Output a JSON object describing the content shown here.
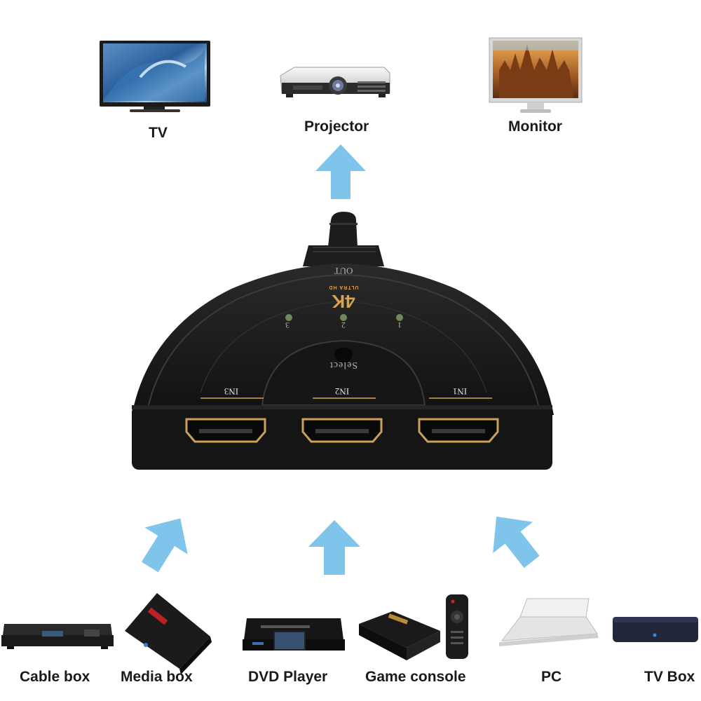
{
  "outputs": [
    {
      "key": "tv",
      "label": "TV"
    },
    {
      "key": "projector",
      "label": "Projector"
    },
    {
      "key": "monitor",
      "label": "Monitor"
    }
  ],
  "inputs": [
    {
      "key": "cable-box",
      "label": "Cable box"
    },
    {
      "key": "media-box",
      "label": "Media box"
    },
    {
      "key": "dvd-player",
      "label": "DVD Player"
    },
    {
      "key": "game-console",
      "label": "Game console"
    },
    {
      "key": "pc",
      "label": "PC"
    },
    {
      "key": "tv-box",
      "label": "TV Box"
    }
  ],
  "switch": {
    "out_label": "OUT",
    "brand_big": "4K",
    "brand_small": "ULTRA HD",
    "leds": [
      "3",
      "2",
      "1"
    ],
    "select_label": "Select",
    "ports": [
      "IN3",
      "IN2",
      "IN1"
    ]
  },
  "colors": {
    "arrow": "#7fc4ea",
    "device_body": "#1c1c1c",
    "gold": "#d8a34a",
    "led": "#6f8a5a"
  }
}
